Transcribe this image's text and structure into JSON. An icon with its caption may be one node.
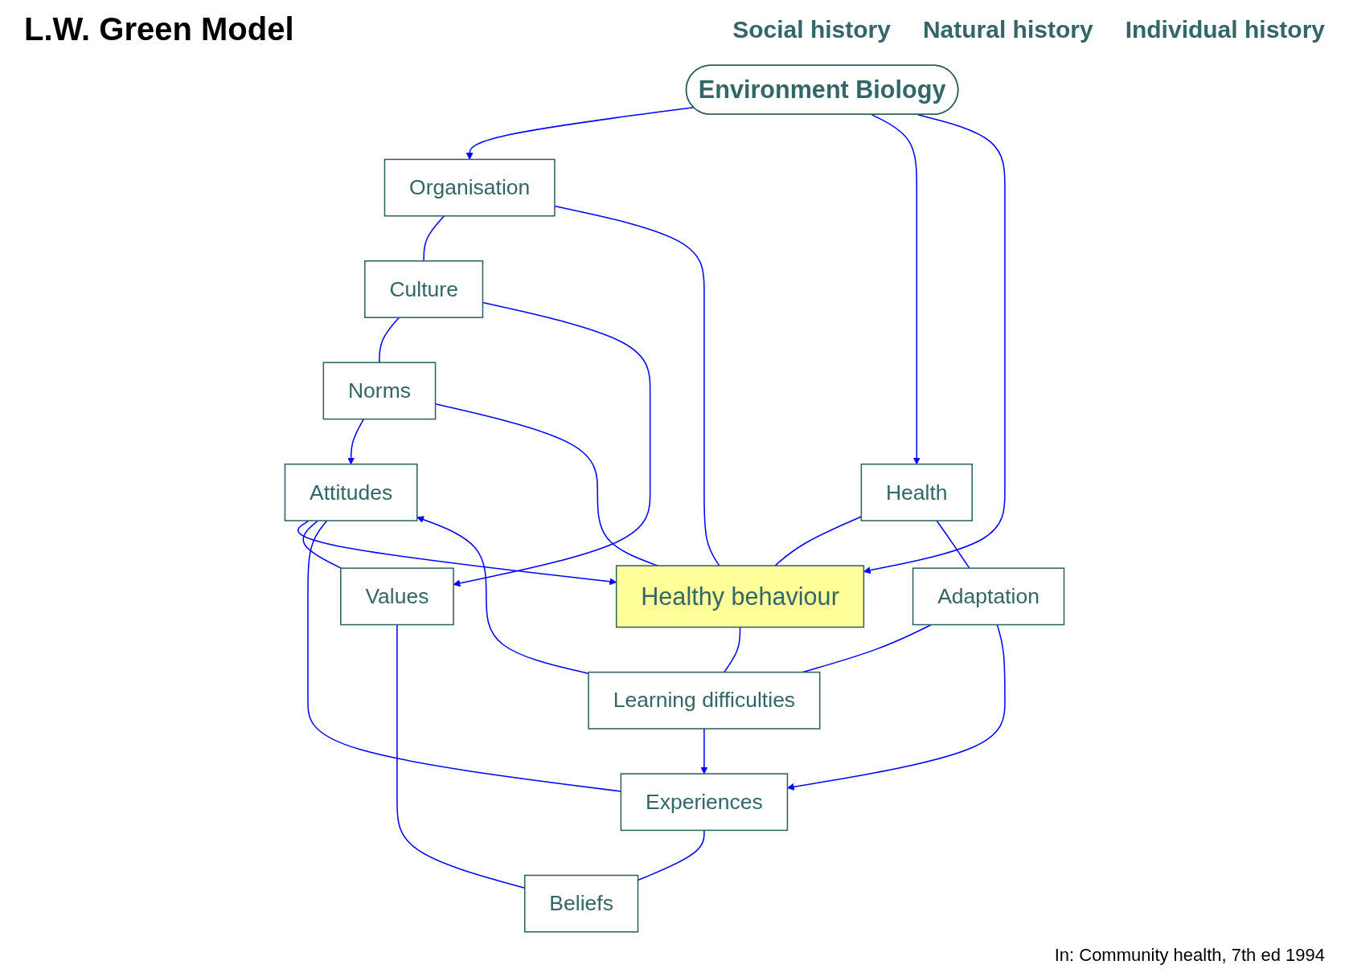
{
  "diagram": {
    "title": "L.W. Green Model",
    "caption": "In: Community health, 7th ed 1994",
    "nodes": [
      {
        "text": [
          "Environment Biology"
        ]
      },
      {
        "text": [
          "Organisation"
        ]
      },
      {
        "text": [
          "Health"
        ]
      },
      {
        "text": [
          "Culture"
        ]
      },
      {
        "text": [
          "Healthy behaviour"
        ]
      },
      {
        "text": [
          "Adaptation"
        ]
      },
      {
        "text": [
          "Norms"
        ]
      },
      {
        "text": [
          "Learning difficulties"
        ]
      },
      {
        "text": [
          "Attitudes"
        ]
      },
      {
        "text": [
          "Values"
        ]
      },
      {
        "text": [
          "Experiences"
        ]
      },
      {
        "text": [
          "Beliefs"
        ]
      }
    ],
    "edges": [
      {
        "from": 0,
        "to": 1,
        "arrow": "to"
      },
      {
        "from": 0,
        "to": 2,
        "arrow": "to"
      },
      {
        "from": 0,
        "to": 4,
        "arrow": "to"
      },
      {
        "from": 1,
        "to": 3,
        "arrow": "none"
      },
      {
        "from": 1,
        "to": 4,
        "arrow": "none"
      },
      {
        "from": 3,
        "to": 6,
        "arrow": "none"
      },
      {
        "from": 4,
        "to": 6,
        "arrow": "none"
      },
      {
        "from": 2,
        "to": 4,
        "arrow": "none"
      },
      {
        "from": 2,
        "to": 5,
        "arrow": "none"
      },
      {
        "from": 5,
        "to": 7,
        "arrow": "none"
      },
      {
        "from": 4,
        "to": 7,
        "arrow": "none"
      },
      {
        "from": 6,
        "to": 8,
        "arrow": "to"
      },
      {
        "from": 7,
        "to": 8,
        "arrow": "to"
      },
      {
        "from": 8,
        "to": 4,
        "arrow": "to"
      },
      {
        "from": 7,
        "to": 10,
        "arrow": "to"
      },
      {
        "from": 3,
        "to": 9,
        "arrow": "to"
      },
      {
        "from": 5,
        "to": 10,
        "arrow": "to"
      },
      {
        "from": 8,
        "to": 9,
        "arrow": "none"
      },
      {
        "from": 8,
        "to": 10,
        "arrow": "none"
      },
      {
        "from": 9,
        "to": 11,
        "arrow": "none"
      },
      {
        "from": 10,
        "to": 11,
        "arrow": "none"
      }
    ],
    "labels": [
      "Social history",
      "Natural history",
      "Individual history"
    ]
  }
}
